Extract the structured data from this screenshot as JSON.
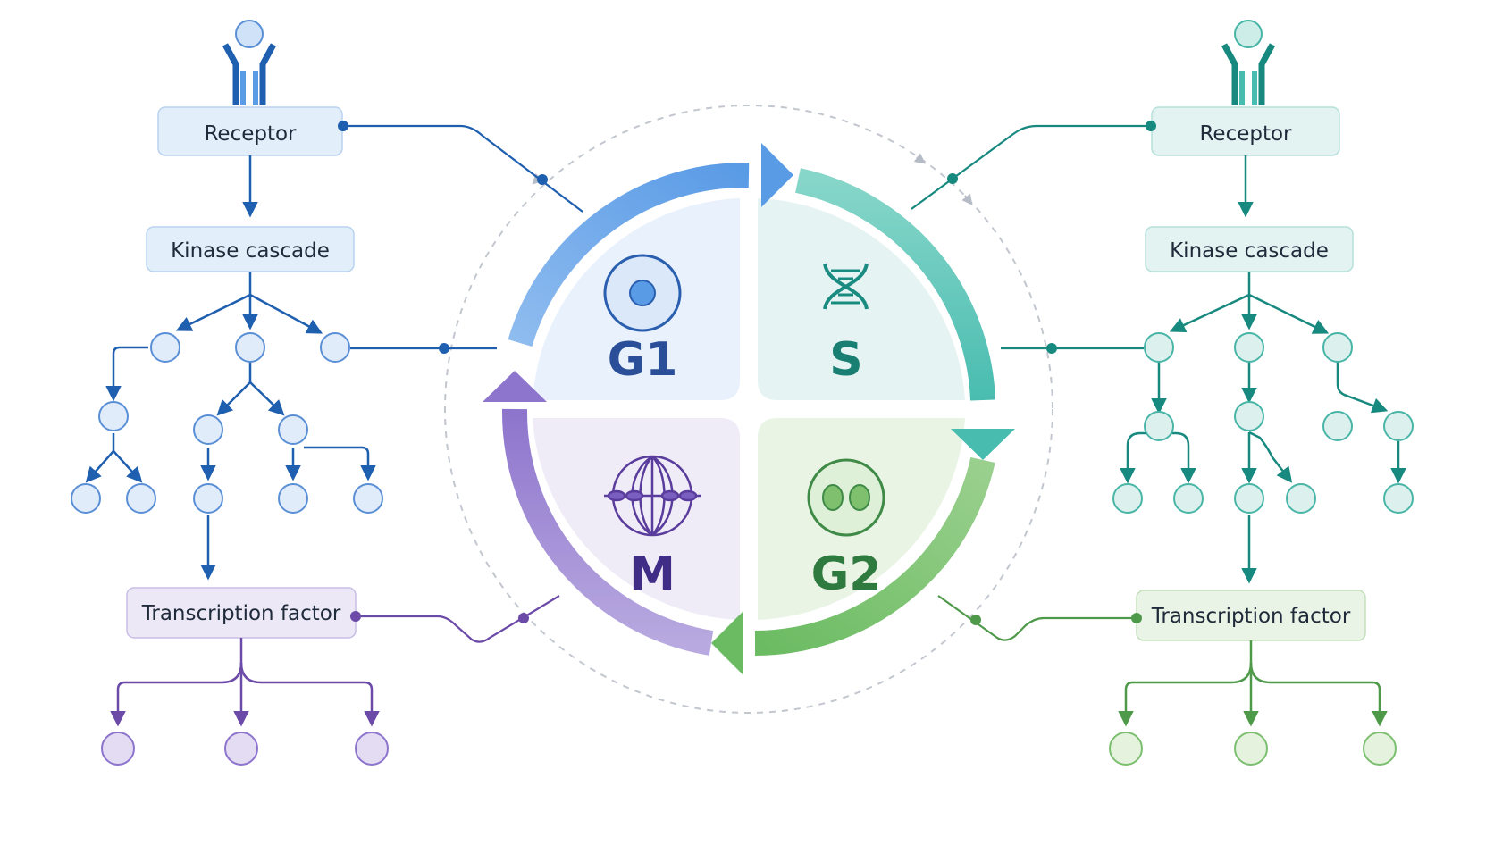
{
  "left_pathway": {
    "receptor_label": "Receptor",
    "kinase_label": "Kinase cascade",
    "tf_label": "Transcription factor"
  },
  "right_pathway": {
    "receptor_label": "Receptor",
    "kinase_label": "Kinase cascade",
    "tf_label": "Transcription factor"
  },
  "cell_cycle": {
    "phases": [
      {
        "label": "G1",
        "icon": "cell-nucleus-icon",
        "color": "#2a4f98"
      },
      {
        "label": "S",
        "icon": "dna-helix-icon",
        "color": "#1a7f73"
      },
      {
        "label": "G2",
        "icon": "two-nuclei-icon",
        "color": "#2f7a3e"
      },
      {
        "label": "M",
        "icon": "mitotic-spindle-icon",
        "color": "#3f2d86"
      }
    ]
  },
  "colors": {
    "blue": "#1f5fb0",
    "teal": "#17897f",
    "purple": "#6b4aa8",
    "green": "#4f9a4a"
  }
}
